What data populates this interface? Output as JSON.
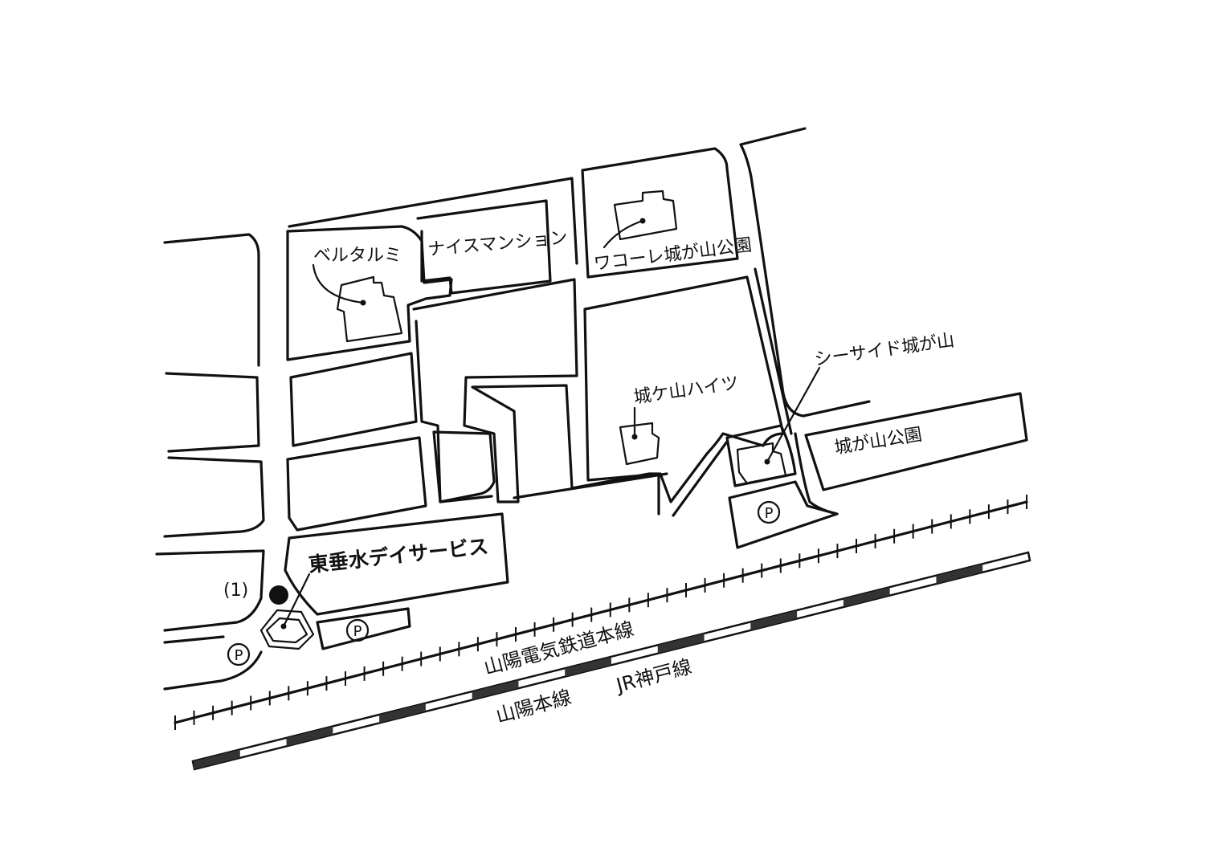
{
  "labels": {
    "bell_talumi": "ベルタルミ",
    "nice_mansion": "ナイスマンション",
    "wacoal": "ワコーレ城が山公園",
    "jogayama_heights": "城ケ山ハイツ",
    "seaside": "シーサイド城が山",
    "jogayama_park": "城が山公園",
    "higashi_tarumi": "東垂水デイサービス",
    "marker_number": "(1)"
  },
  "parking": {
    "symbol": "P"
  },
  "railways": {
    "sanyo_electric": "山陽電気鉄道本線",
    "sanyo_main": "山陽本線",
    "jr_kobe": "JR神戸線"
  }
}
